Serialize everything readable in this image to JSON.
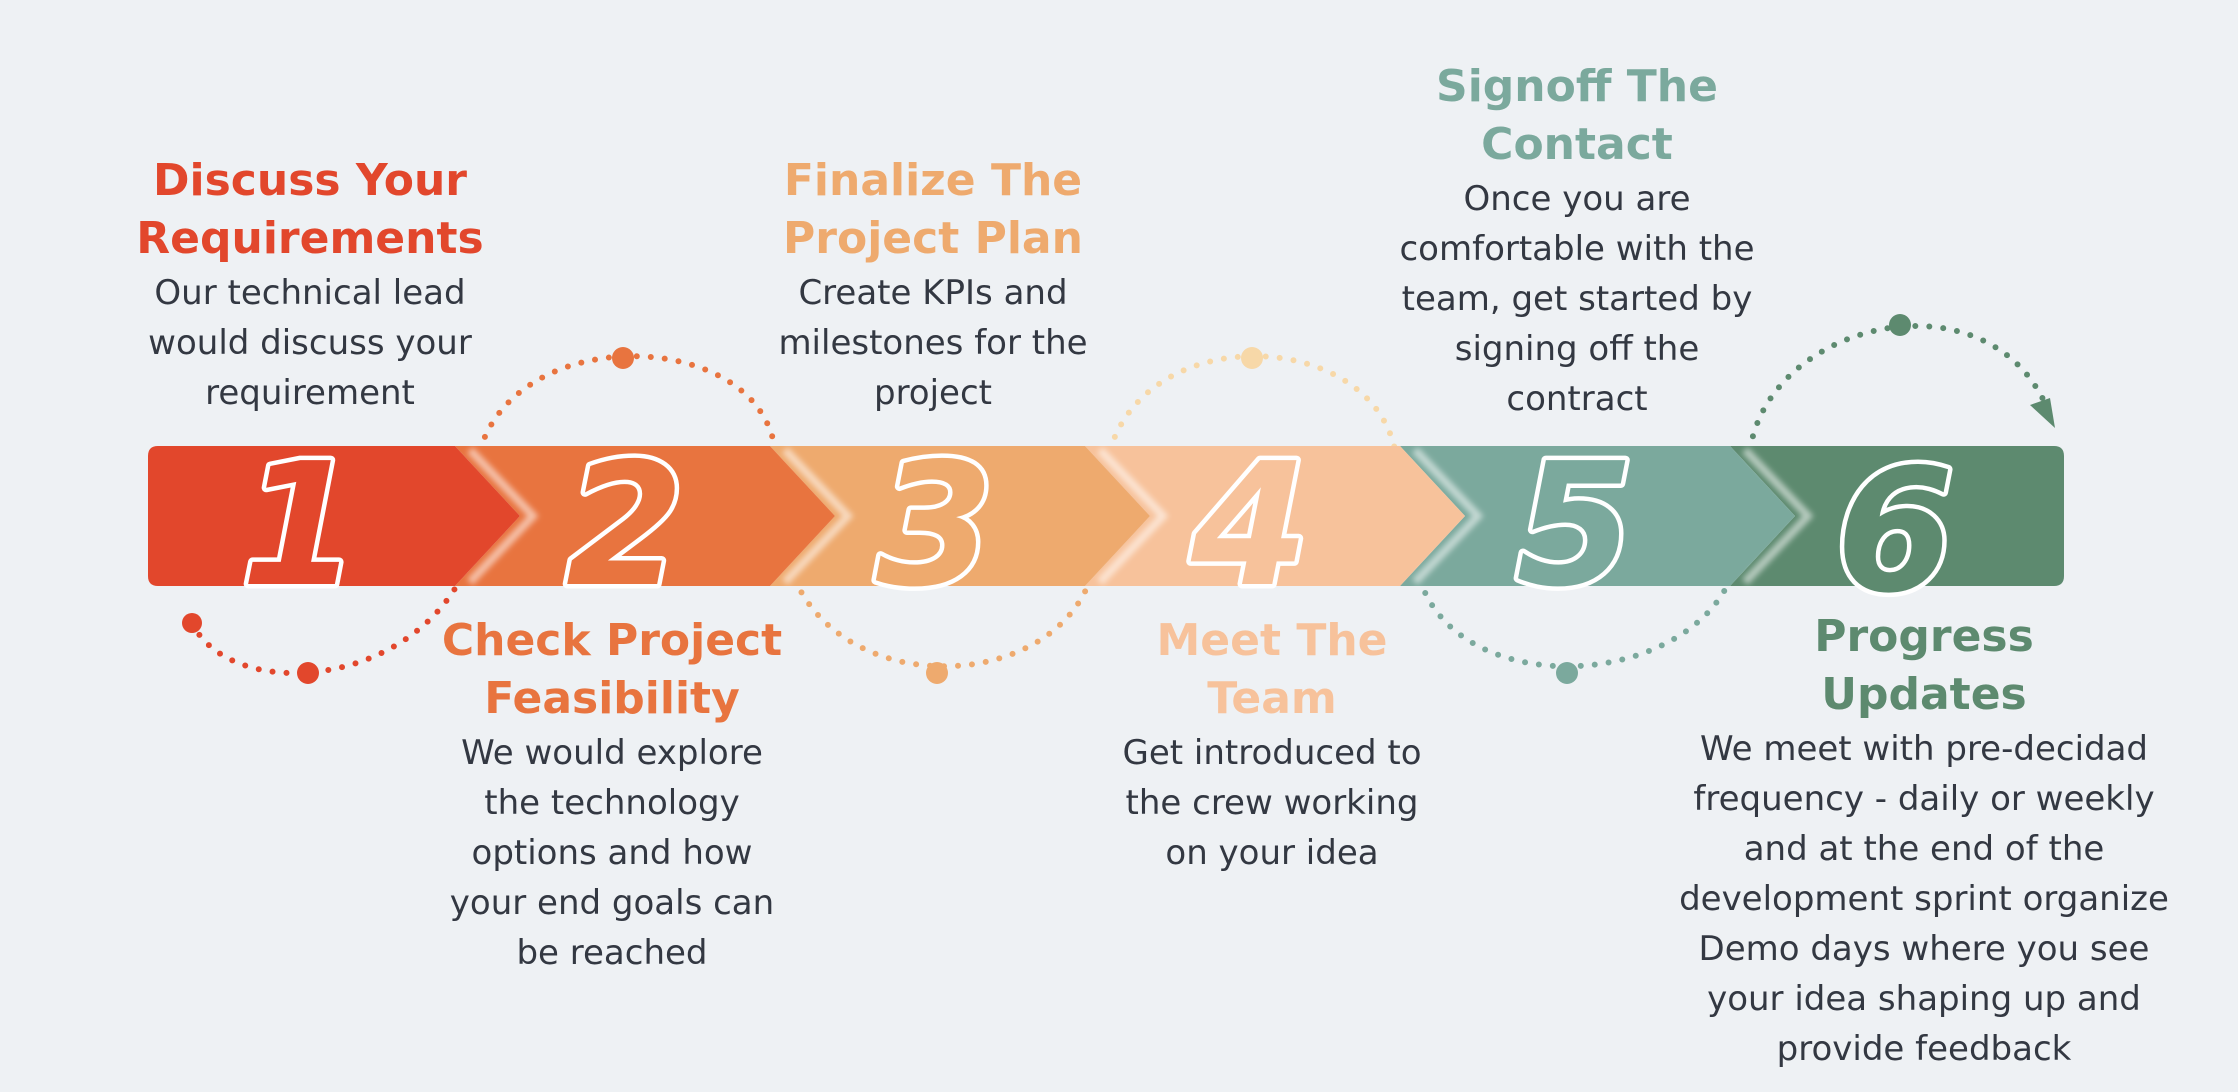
{
  "steps": [
    {
      "number": "1",
      "title": "Discuss Your\nRequirements",
      "description": "Our technical lead\nwould discuss your\nrequirement",
      "color": "#e2472c"
    },
    {
      "number": "2",
      "title": "Check Project\nFeasibility",
      "description": "We would explore\nthe technology\noptions and how\nyour end goals can\nbe reached",
      "color": "#e8743f"
    },
    {
      "number": "3",
      "title": "Finalize The\nProject Plan",
      "description": "Create KPIs and\nmilestones for the\nproject",
      "color": "#eeaa6e"
    },
    {
      "number": "4",
      "title": "Meet The\nTeam",
      "description": "Get introduced to\nthe crew working\non your idea",
      "color": "#f7c29b"
    },
    {
      "number": "5",
      "title": "Signoff The\nContact",
      "description": "Once you are\ncomfortable with the\nteam, get started by\nsigning off the\ncontract",
      "color": "#7ba99d"
    },
    {
      "number": "6",
      "title": "Progress\nUpdates",
      "description": "We meet with pre-decidad\nfrequency - daily or weekly\nand at the end of the\ndevelopment sprint organize\nDemo days where you see\nyour idea shaping up and\nprovide feedback",
      "color": "#5d8a6f"
    }
  ]
}
